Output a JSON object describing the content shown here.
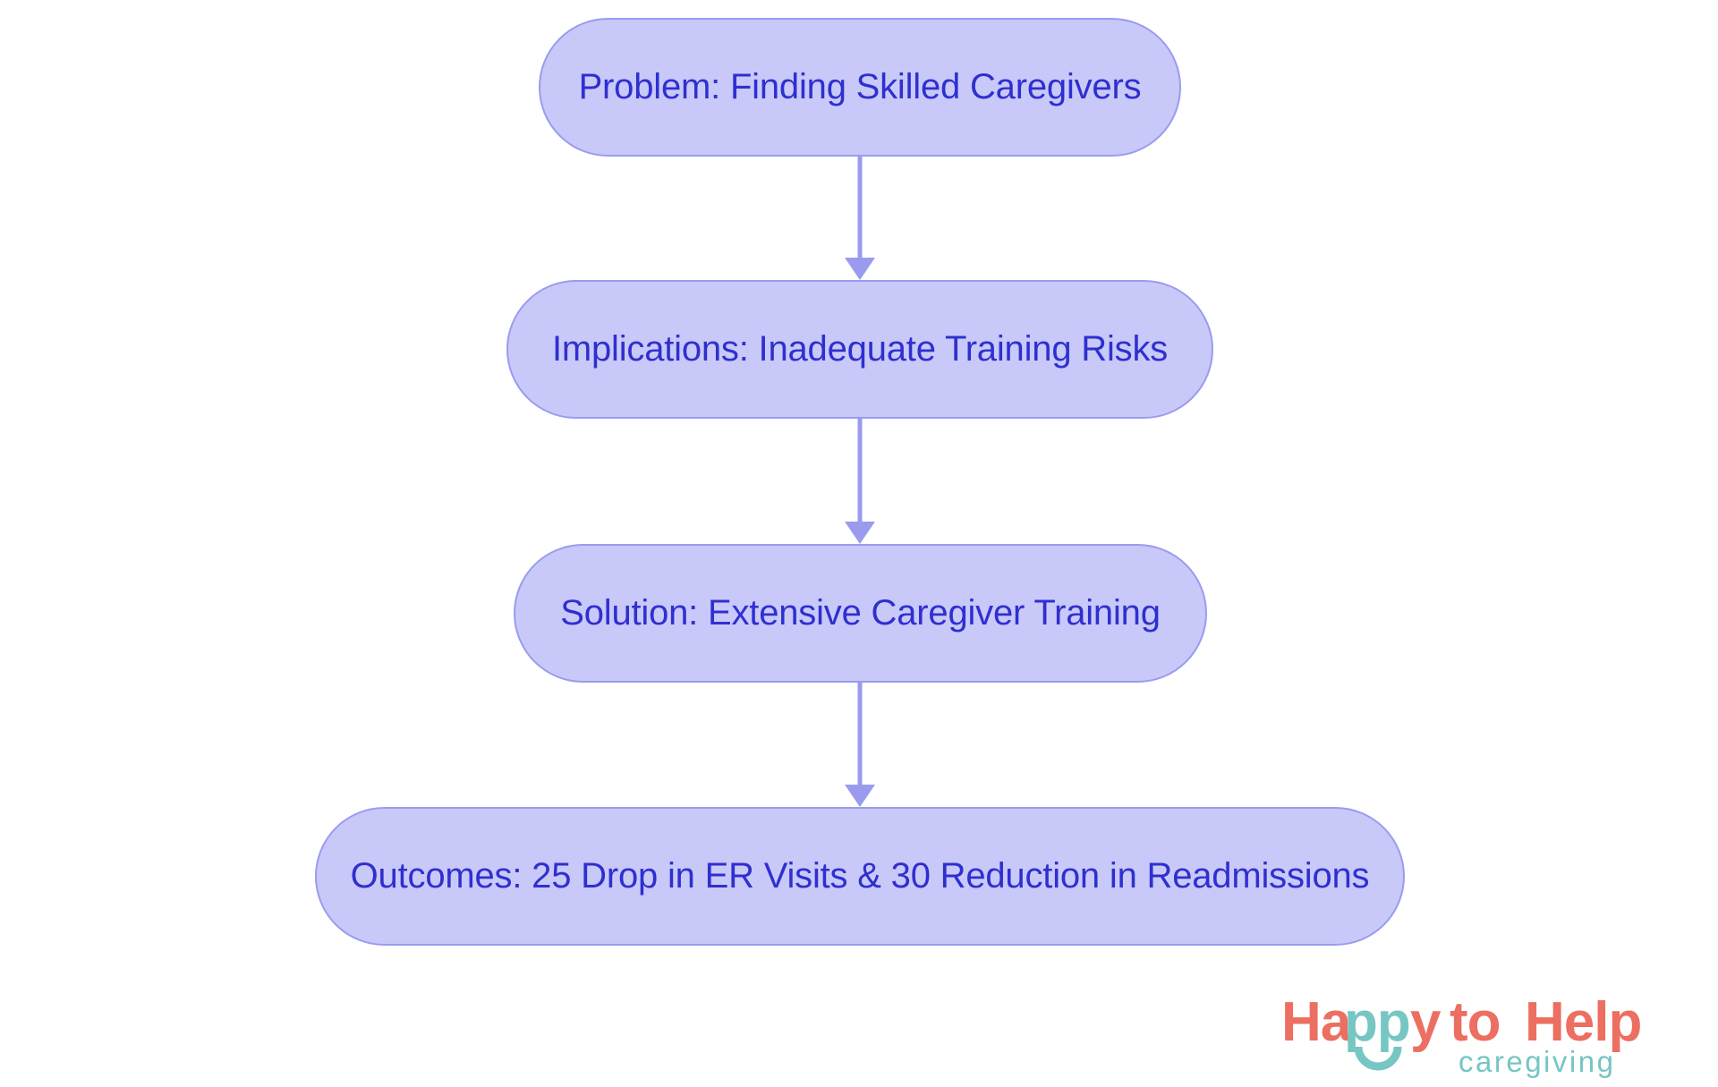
{
  "diagram": {
    "type": "flowchart",
    "orientation": "vertical-top-to-bottom",
    "background_color": "#ffffff",
    "node_fill_color": "#c8c9f8",
    "node_border_color": "#9a9bef",
    "node_text_color": "#2f2fd0",
    "connector_color": "#9a9bef",
    "nodes": [
      {
        "id": "problem",
        "label": "Problem: Finding Skilled Caregivers"
      },
      {
        "id": "implications",
        "label": "Implications: Inadequate Training Risks"
      },
      {
        "id": "solution",
        "label": "Solution: Extensive Caregiver Training"
      },
      {
        "id": "outcomes",
        "label": "Outcomes: 25 Drop in ER Visits & 30 Reduction in Readmissions"
      }
    ],
    "connectors": [
      {
        "id": "problem-to-implications",
        "from": "problem",
        "to": "implications",
        "style": "arrow"
      },
      {
        "id": "implications-to-solution",
        "from": "implications",
        "to": "solution",
        "style": "arrow"
      },
      {
        "id": "solution-to-outcomes",
        "from": "solution",
        "to": "outcomes",
        "style": "arrow"
      }
    ]
  },
  "logo": {
    "word_happy": "Happy",
    "word_to": "to",
    "word_help": "Help",
    "tagline": "caregiving",
    "coral_color": "#ec6f61",
    "teal_color": "#76c6c3"
  }
}
